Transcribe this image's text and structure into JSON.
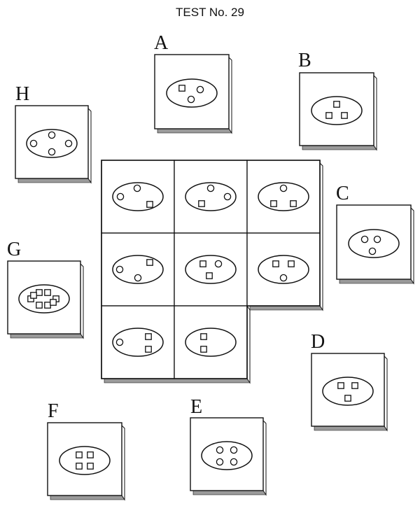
{
  "title": "TEST No. 29",
  "options": [
    {
      "letter": "A",
      "circles": 2,
      "squares": 1
    },
    {
      "letter": "B",
      "circles": 0,
      "squares": 3
    },
    {
      "letter": "C",
      "circles": 3,
      "squares": 0
    },
    {
      "letter": "D",
      "circles": 0,
      "squares": 3
    },
    {
      "letter": "E",
      "circles": 4,
      "squares": 0
    },
    {
      "letter": "F",
      "circles": 0,
      "squares": 4
    },
    {
      "letter": "G",
      "circles": 0,
      "squares": 8
    },
    {
      "letter": "H",
      "circles": 4,
      "squares": 0
    }
  ],
  "matrix": {
    "rows": 3,
    "cols": 3,
    "cells": [
      {
        "circles": 2,
        "squares": 1
      },
      {
        "circles": 2,
        "squares": 1
      },
      {
        "circles": 1,
        "squares": 2
      },
      {
        "circles": 2,
        "squares": 1
      },
      {
        "circles": 1,
        "squares": 2
      },
      {
        "circles": 1,
        "squares": 2
      },
      {
        "circles": 1,
        "squares": 2
      },
      {
        "circles": 0,
        "squares": 2
      },
      null
    ]
  },
  "colors": {
    "line": "#111111",
    "shadow": "#9a9a9a",
    "background": "#ffffff"
  }
}
